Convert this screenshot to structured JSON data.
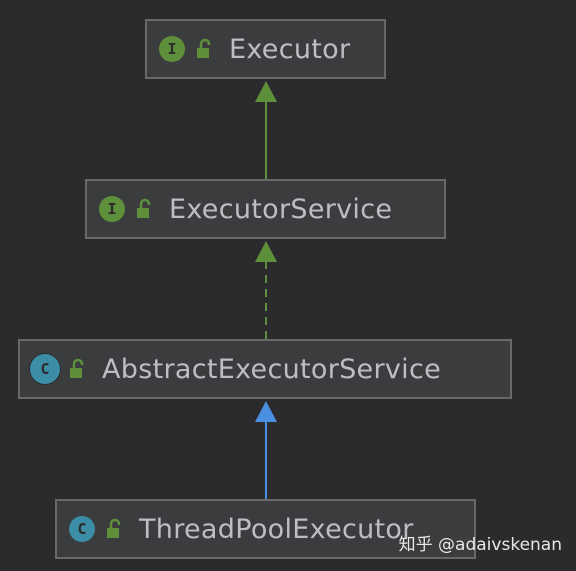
{
  "nodes": {
    "executor": {
      "label": "Executor",
      "kind": "interface",
      "badge": "I",
      "icon": "interface-icon"
    },
    "executor_service": {
      "label": "ExecutorService",
      "kind": "interface",
      "badge": "I",
      "icon": "interface-icon"
    },
    "abstract_executor_service": {
      "label": "AbstractExecutorService",
      "kind": "abstract-class",
      "badge": "C",
      "icon": "abstract-class-icon"
    },
    "thread_pool_executor": {
      "label": "ThreadPoolExecutor",
      "kind": "class",
      "badge": "C",
      "icon": "class-icon"
    }
  },
  "edges": [
    {
      "from": "executor_service",
      "to": "executor",
      "type": "extends",
      "style": "solid",
      "color": "#5e8f3a"
    },
    {
      "from": "abstract_executor_service",
      "to": "executor_service",
      "type": "implements",
      "style": "dashed",
      "color": "#5e8f3a"
    },
    {
      "from": "thread_pool_executor",
      "to": "abstract_executor_service",
      "type": "extends",
      "style": "solid",
      "color": "#4a90e2"
    }
  ],
  "colors": {
    "background": "#2b2b2d",
    "node_fill": "#3b3c3e",
    "node_border": "#68696b",
    "text": "#bcbec4",
    "interface_badge": "#5e8f3a",
    "class_badge": "#3c8ea6",
    "lock": "#5e8f3a",
    "extends_arrow": "#4a90e2",
    "interface_arrow": "#5e8f3a"
  },
  "watermark": "知乎 @adaivskenan"
}
